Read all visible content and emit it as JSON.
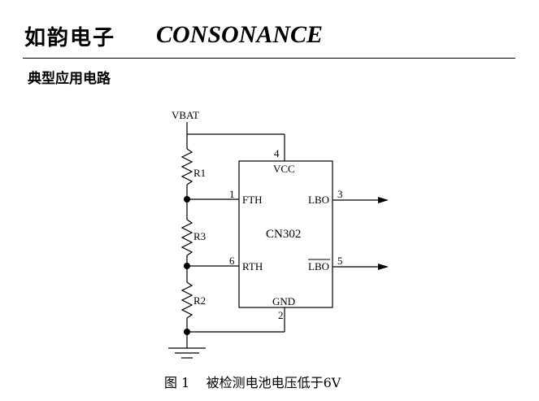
{
  "header": {
    "brand_cn": "如韵电子",
    "brand_en": "CONSONANCE"
  },
  "section_title": "典型应用电路",
  "schematic": {
    "supply_label": "VBAT",
    "ic_name": "CN302",
    "pins": {
      "vcc": {
        "name": "VCC",
        "number": "4"
      },
      "fth": {
        "name": "FTH",
        "number": "1"
      },
      "rth": {
        "name": "RTH",
        "number": "6"
      },
      "gnd": {
        "name": "GND",
        "number": "2"
      },
      "lbo": {
        "name": "LBO",
        "number": "3"
      },
      "lbo_bar": {
        "name": "LBO",
        "number": "5"
      }
    },
    "resistors": [
      "R1",
      "R3",
      "R2"
    ]
  },
  "caption": "图 1    被检测电池电压低于6V"
}
